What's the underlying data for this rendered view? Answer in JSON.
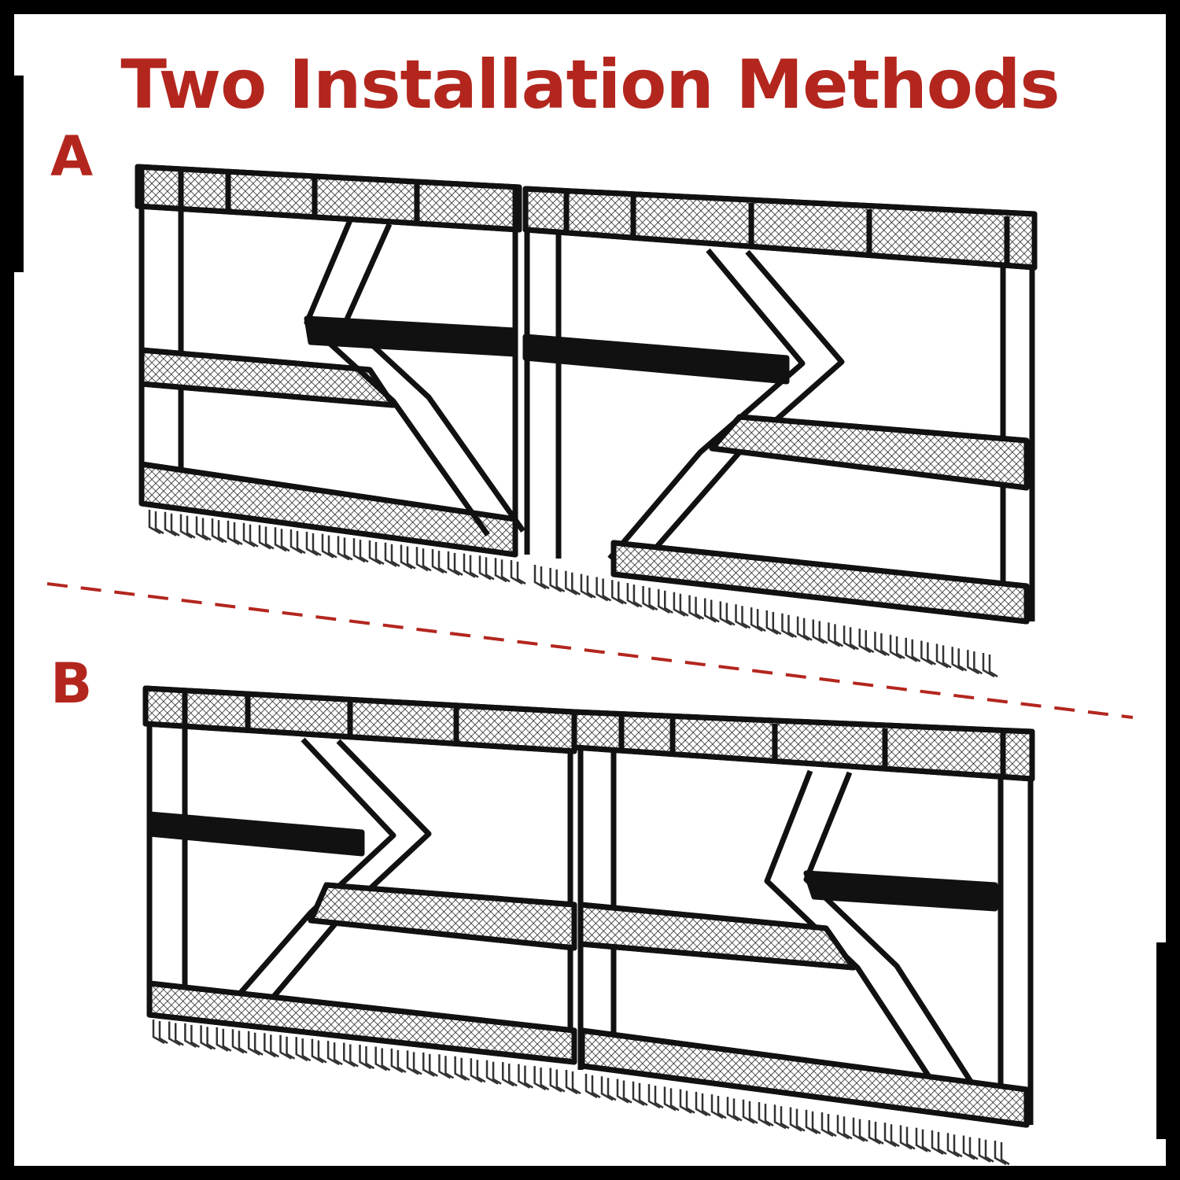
{
  "title": "Two Installation Methods",
  "options": [
    {
      "label": "A"
    },
    {
      "label": "B"
    }
  ],
  "colors": {
    "accent": "#b3261e",
    "frame": "#111111",
    "background": "#ffffff"
  }
}
